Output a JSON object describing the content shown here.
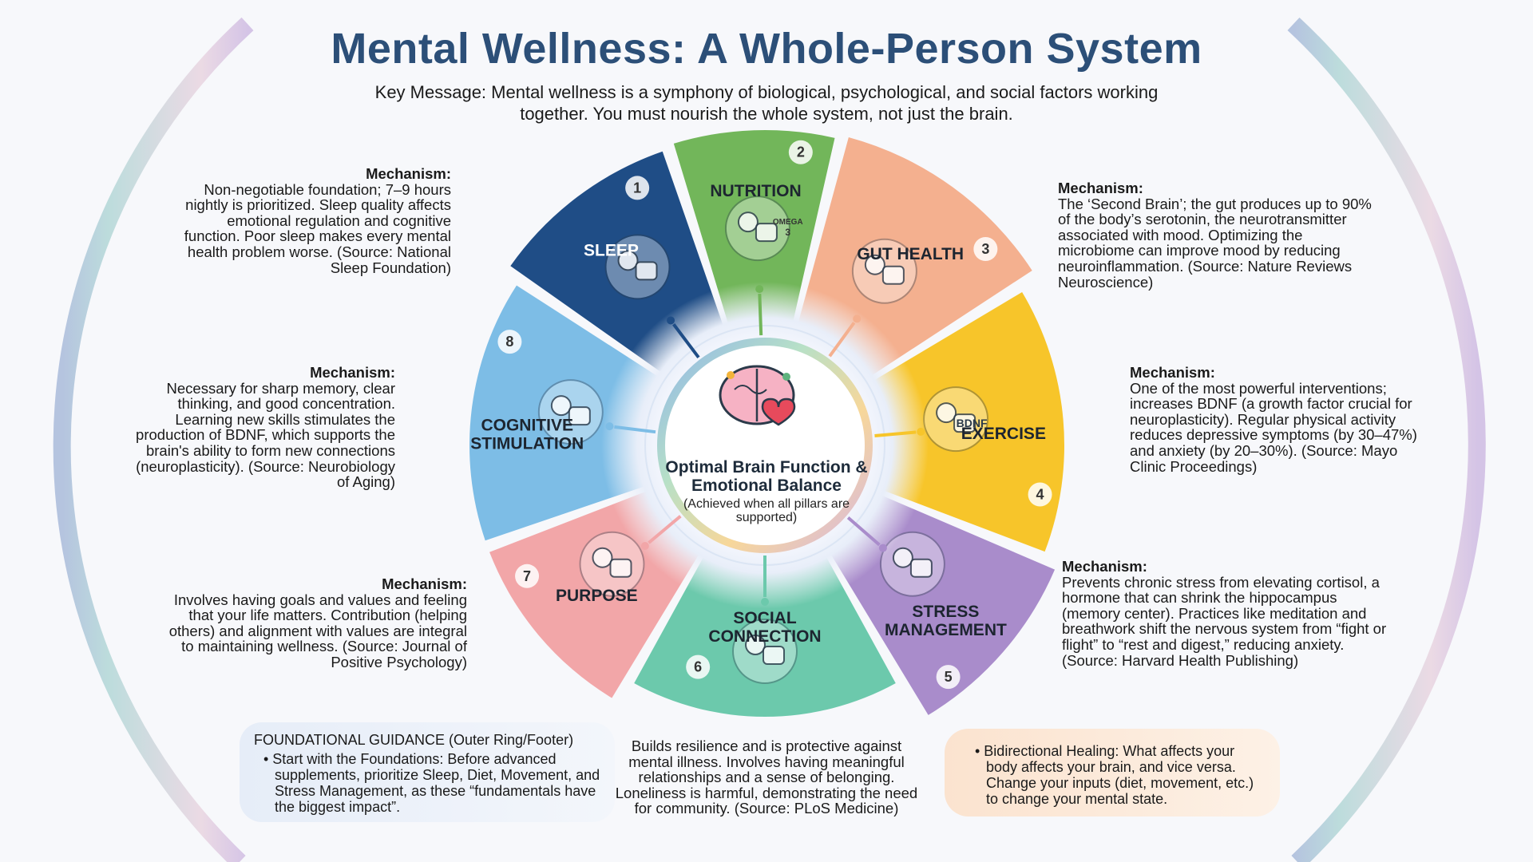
{
  "title": "Mental Wellness: A Whole-Person System",
  "key_message": "Key Message: Mental wellness is a symphony of biological, psychological, and social factors working together. You must nourish the whole system, not just the brain.",
  "center": {
    "title": "Optimal Brain Function & Emotional Balance",
    "subtitle": "(Achieved when all pillars are supported)"
  },
  "pillars": [
    {
      "number": "1",
      "label": "SLEEP",
      "color": "#1f4d86",
      "icon": "sleeping-person-moon-icon"
    },
    {
      "number": "2",
      "label": "NUTRITION",
      "color": "#72b65a",
      "icon": "salmon-vegetables-omega3-icon"
    },
    {
      "number": "3",
      "label": "GUT HEALTH",
      "color": "#f4b08f",
      "icon": "gut-microbiome-brain-icon"
    },
    {
      "number": "4",
      "label": "EXERCISE",
      "color": "#f7c52a",
      "icon": "running-person-bdnf-icon"
    },
    {
      "number": "5",
      "label": "STRESS MANAGEMENT",
      "color": "#a98ccb",
      "icon": "meditation-person-icon"
    },
    {
      "number": "6",
      "label": "SOCIAL CONNECTION",
      "color": "#6cc9ac",
      "icon": "group-of-people-icon"
    },
    {
      "number": "7",
      "label": "PURPOSE",
      "color": "#f2a6a8",
      "icon": "compass-flag-icon"
    },
    {
      "number": "8",
      "label": "COGNITIVE STIMULATION",
      "color": "#7dbde6",
      "icon": "reading-chess-icon"
    }
  ],
  "mechanisms": {
    "heading": "Mechanism:",
    "sleep": "Non-negotiable foundation; 7–9 hours nightly is prioritized. Sleep quality affects emotional regulation and cognitive function. Poor sleep makes every mental health problem worse. (Source: National Sleep Foundation)",
    "gut_health": "The ‘Second Brain’; the gut produces up to 90% of the body’s serotonin, the neurotransmitter associated with mood. Optimizing the microbiome can improve mood by reducing neuroinflammation. (Source: Nature Reviews Neuroscience)",
    "cognitive_stimulation": "Necessary for sharp memory, clear thinking, and good concentration. Learning new skills stimulates the production of BDNF, which supports the brain's ability to form new connections (neuroplasticity). (Source: Neurobiology of Aging)",
    "exercise": "One of the most powerful interventions; increases BDNF (a growth factor crucial for neuroplasticity). Regular physical activity reduces depressive symptoms (by 30–47%) and anxiety (by 20–30%). (Source: Mayo Clinic Proceedings)",
    "purpose": "Involves having goals and values and feeling that your life matters. Contribution (helping others) and alignment with values are integral to maintaining wellness. (Source: Journal of Positive Psychology)",
    "stress_management": "Prevents chronic stress from elevating cortisol, a hormone that can shrink the hippocampus (memory center). Practices like meditation and breathwork shift the nervous system from “fight or flight” to “rest and digest,” reducing anxiety. (Source: Harvard Health Publishing)",
    "social_connection": "Builds resilience and is protective against mental illness. Involves having meaningful relationships and a sense of belonging. Loneliness is harmful, demonstrating the need for community. (Source: PLoS Medicine)"
  },
  "footer_guidance": {
    "heading": "FOUNDATIONAL GUIDANCE (Outer Ring/Footer)",
    "item": "• Start with the Foundations: Before advanced supplements, prioritize Sleep, Diet, Movement, and Stress Management, as these “fundamentals have the biggest impact”."
  },
  "bidirectional": {
    "item": "• Bidirectional Healing: What affects your body affects your brain, and vice versa. Change your inputs (diet, movement, etc.) to change your mental state."
  },
  "icon_labels": {
    "omega": "OMEGA",
    "omega_num": "3",
    "bdnf": "BDNF"
  }
}
